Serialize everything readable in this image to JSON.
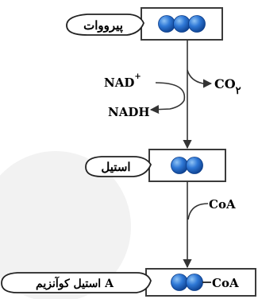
{
  "colors": {
    "box_border": "#3b3b3b",
    "sphere_light": "#8fc3f5",
    "sphere_mid": "#2f78d6",
    "sphere_dark": "#0b3d8a",
    "arrow": "#333333",
    "watermark": "#f0f0f0"
  },
  "stages": {
    "pyruvate": {
      "label": "پیرووات",
      "spheres": 3
    },
    "acetyl": {
      "label": "استیل",
      "spheres": 2
    },
    "acetyl_coa": {
      "label": "استیل کوآنزیم A",
      "spheres": 2,
      "suffix": "CoA"
    }
  },
  "step1": {
    "nad": "NAD",
    "nad_sup": "+",
    "nadh": "NADH",
    "co2": "CO",
    "co2_sub": "۲"
  },
  "step2": {
    "coa": "CoA"
  }
}
